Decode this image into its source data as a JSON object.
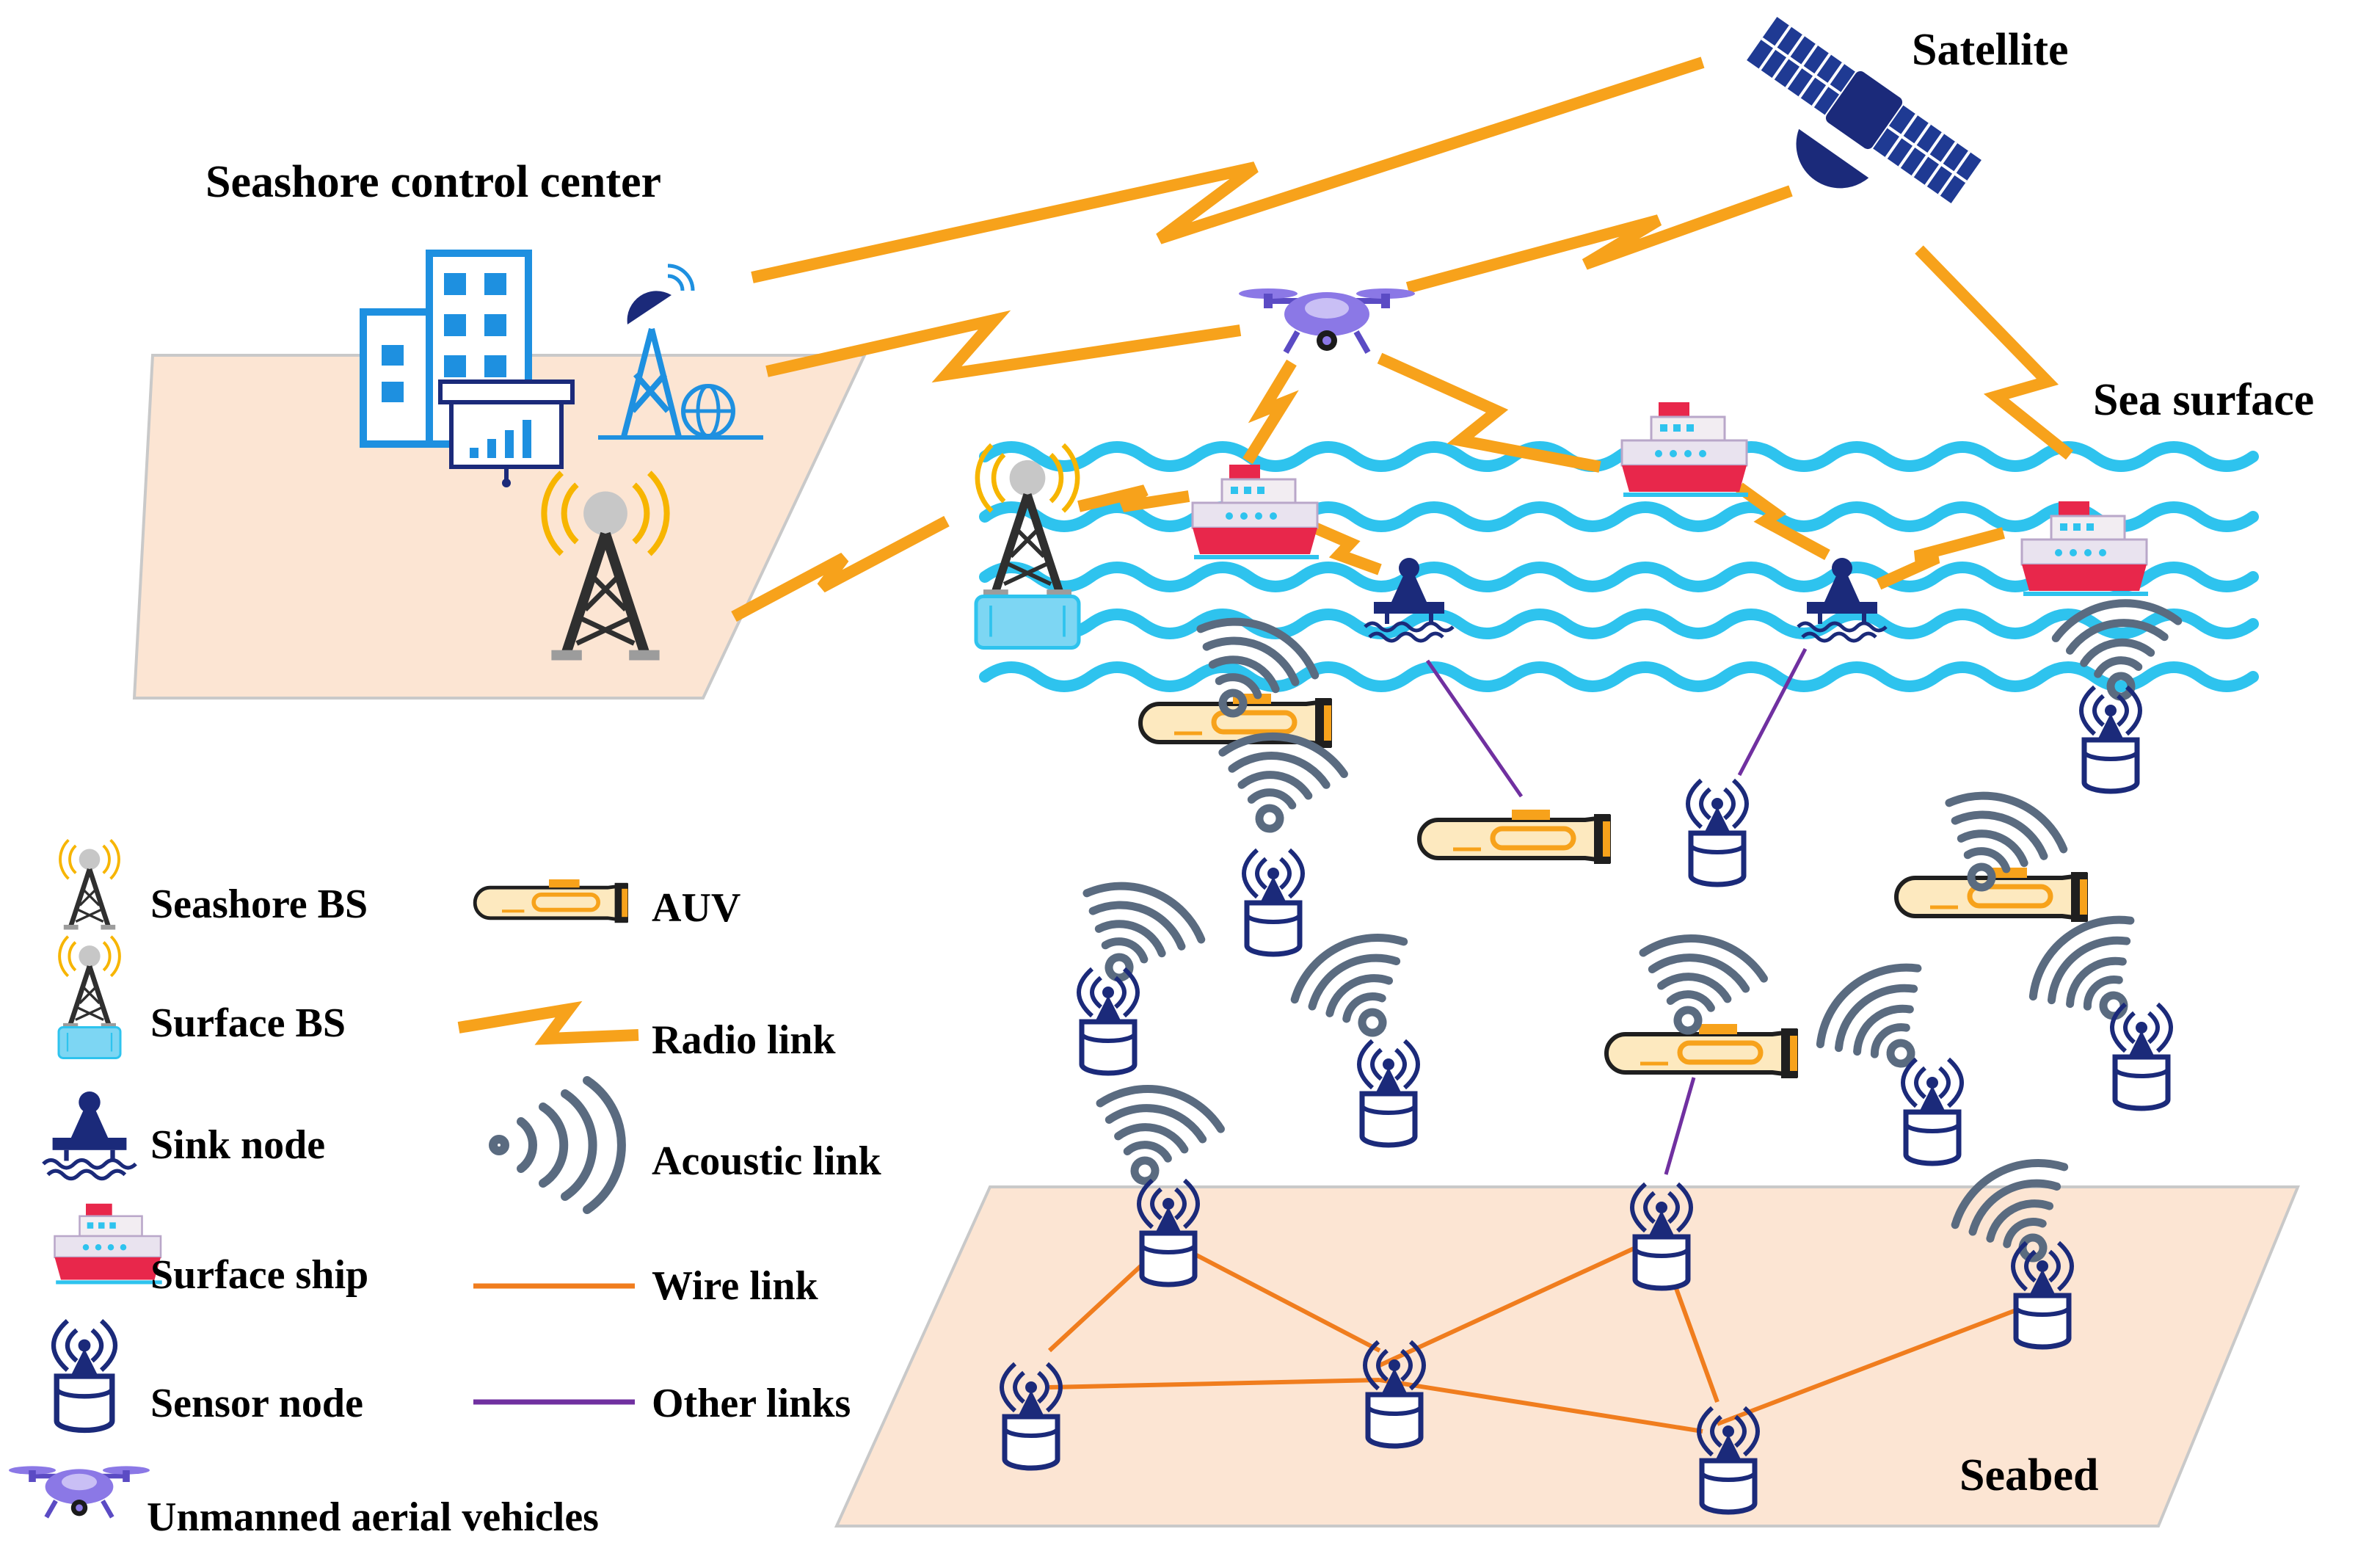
{
  "labels": {
    "satellite": "Satellite",
    "control_center": "Seashore control center",
    "sea_surface": "Sea surface",
    "seabed": "Seabed"
  },
  "legend": {
    "seashore_bs": "Seashore BS",
    "surface_bs": "Surface BS",
    "sink_node": "Sink node",
    "surface_ship": "Surface ship",
    "sensor_node": "Sensor node",
    "uav": "Unmanned aerial vehicles",
    "auv": "AUV",
    "radio_link": "Radio link",
    "acoustic_link": "Acoustic link",
    "wire_link": "Wire link",
    "other_links": "Other links"
  },
  "colors": {
    "radio_link": "#f7a21b",
    "wire_link": "#f07d1e",
    "other_link": "#7030a0",
    "acoustic_link": "#5a6b80",
    "sea_wave": "#2ec3ee",
    "land": "#fce5d3",
    "navy": "#1b2a7a",
    "uav": "#8b78e6",
    "ship_hull": "#e8274b",
    "auv_body": "#fde9bf"
  }
}
